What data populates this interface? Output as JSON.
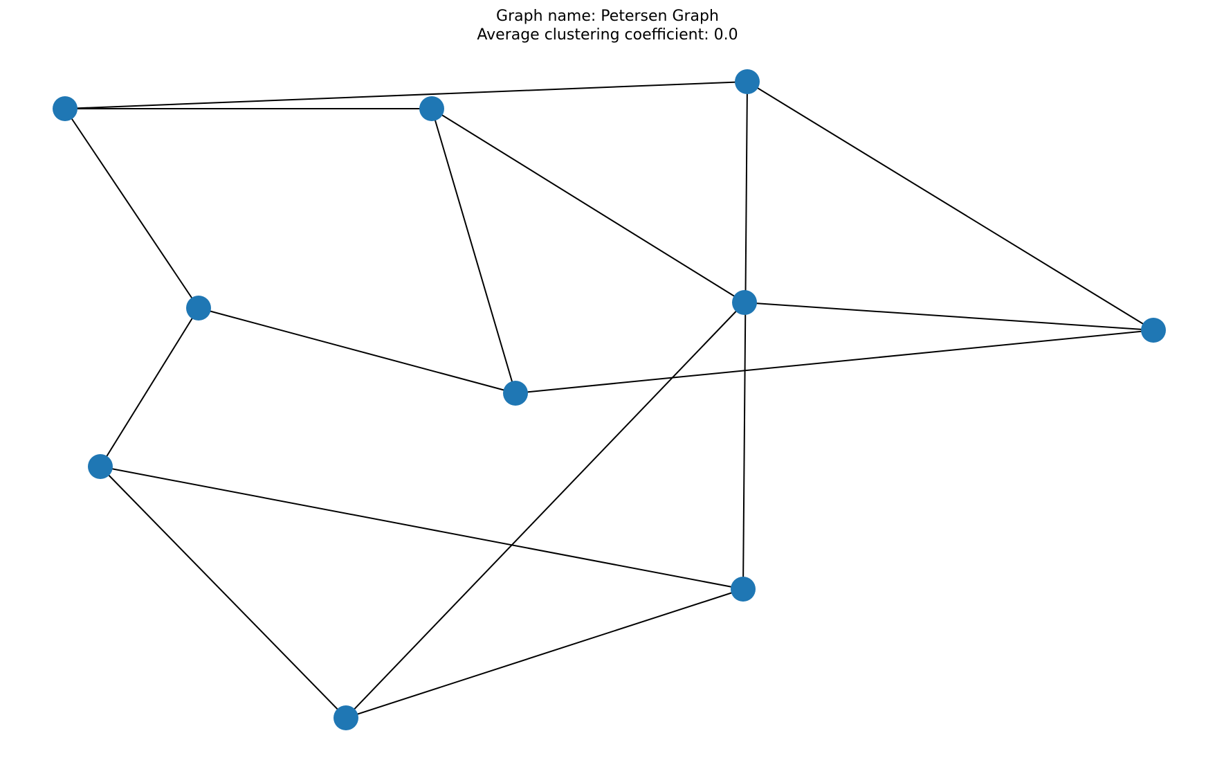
{
  "title": {
    "line1": "Graph name: Petersen Graph",
    "line2": "Average clustering coefficient: 0.0"
  },
  "graph": {
    "name": "Petersen Graph",
    "node_color": "#1f77b4",
    "edge_color": "#000000",
    "nodes": [
      {
        "id": "n0"
      },
      {
        "id": "n1"
      },
      {
        "id": "n2"
      },
      {
        "id": "n3"
      },
      {
        "id": "n4"
      },
      {
        "id": "n5"
      },
      {
        "id": "n6"
      },
      {
        "id": "n7"
      },
      {
        "id": "n8"
      },
      {
        "id": "n9"
      }
    ],
    "edges": [
      [
        "n0",
        "n1"
      ],
      [
        "n0",
        "n3"
      ],
      [
        "n0",
        "n5"
      ],
      [
        "n1",
        "n2"
      ],
      [
        "n1",
        "n8"
      ],
      [
        "n2",
        "n6"
      ],
      [
        "n2",
        "n4"
      ],
      [
        "n3",
        "n4"
      ],
      [
        "n3",
        "n6"
      ],
      [
        "n4",
        "n9"
      ],
      [
        "n5",
        "n6"
      ],
      [
        "n5",
        "n7"
      ],
      [
        "n7",
        "n8"
      ],
      [
        "n7",
        "n9"
      ],
      [
        "n8",
        "n9"
      ]
    ]
  }
}
